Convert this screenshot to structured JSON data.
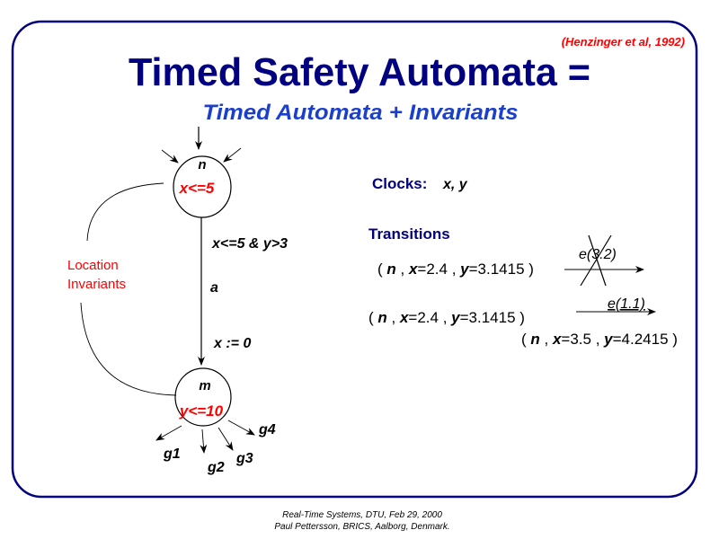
{
  "slide": {
    "citation": "(Henzinger et al, 1992)",
    "title": "Timed Safety Automata =",
    "subtitle": "Timed Automata + Invariants",
    "colors": {
      "frame": "#000080",
      "title": "#000080",
      "subtitle": "#1a3fcc",
      "invariant": "#ff0000"
    }
  },
  "automaton": {
    "node_n": {
      "name": "n",
      "invariant": "x<=5"
    },
    "node_m": {
      "name": "m",
      "invariant": "y<=10"
    },
    "edge": {
      "guard": "x<=5 & y>3",
      "action": "a",
      "reset": "x := 0"
    },
    "outgoing": [
      "g1",
      "g2",
      "g3",
      "g4"
    ],
    "annotation": [
      "Location",
      "Invariants"
    ]
  },
  "clocks": {
    "label": "Clocks:",
    "value": "x, y"
  },
  "transitions": {
    "label": "Transitions",
    "rows": [
      {
        "parts": [
          "( ",
          "n",
          " , ",
          "x",
          "=2.4 , ",
          "y",
          "=3.1415 )"
        ],
        "arrow_label": "e(3.2)",
        "crossed_out": true
      },
      {
        "parts": [
          "( ",
          "n",
          " , ",
          "x",
          "=2.4 , ",
          "y",
          "=3.1415 )"
        ],
        "arrow_label": "e(1.1)",
        "crossed_out": false
      },
      {
        "parts": [
          "( ",
          "n",
          " , ",
          "x",
          "=3.5 , ",
          "y",
          "=4.2415 )"
        ]
      }
    ]
  },
  "footer": {
    "line1": "Real-Time Systems, DTU, Feb 29, 2000",
    "line2": "Paul Pettersson, BRICS, Aalborg, Denmark."
  }
}
